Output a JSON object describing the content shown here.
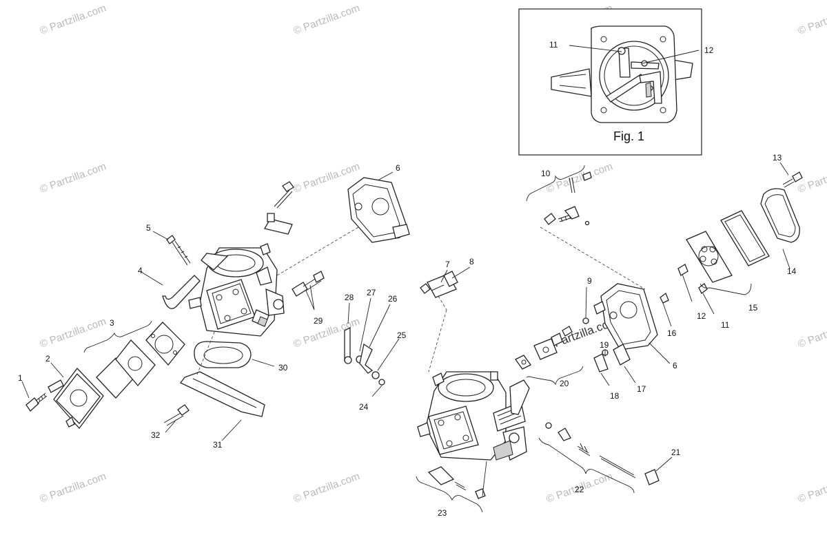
{
  "watermark": {
    "text": "© Partzilla.com"
  },
  "inset": {
    "caption": "Fig. 1",
    "callouts": [
      "11",
      "12"
    ]
  },
  "callouts": {
    "c1": "1",
    "c2": "2",
    "c3": "3",
    "c4": "4",
    "c5": "5",
    "c6a": "6",
    "c6b": "6",
    "c7": "7",
    "c8": "8",
    "c9": "9",
    "c10": "10",
    "c11": "11",
    "c12": "12",
    "c13": "13",
    "c14": "14",
    "c15": "15",
    "c16": "16",
    "c17": "17",
    "c18": "18",
    "c19": "19",
    "c20": "20",
    "c21": "21",
    "c22": "22",
    "c23": "23",
    "c24": "24",
    "c25": "25",
    "c26": "26",
    "c27": "27",
    "c28": "28",
    "c29": "29",
    "c30": "30",
    "c31": "31",
    "c32": "32"
  }
}
